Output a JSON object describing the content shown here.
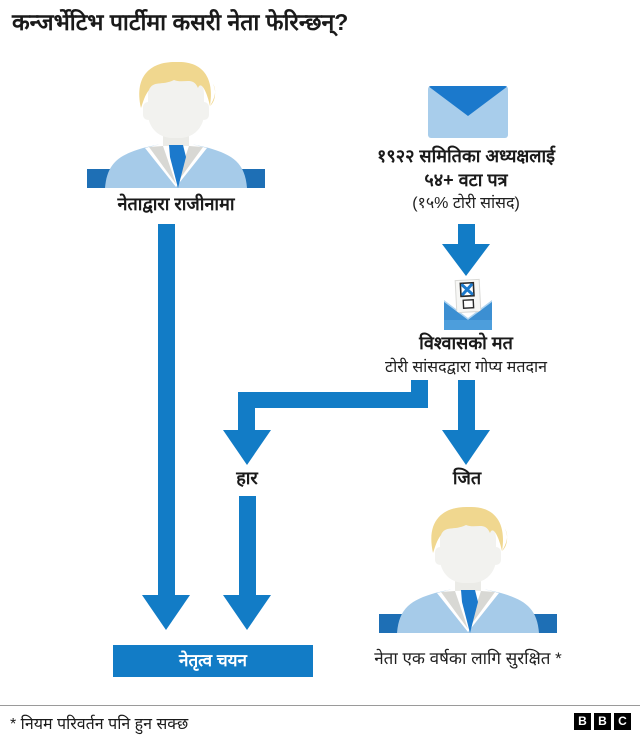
{
  "title": "कन्जर्भेटिभ पार्टीमा कसरी नेता फेरिन्छन्?",
  "left_flow": {
    "resignation_label": "नेताद्वारा राजीनामा",
    "outcome_box_label": "नेतृत्व चयन"
  },
  "right_flow": {
    "letters_line1": "१९२२ समितिका अध्यक्षलाई",
    "letters_line2": "५४+ वटा पत्र",
    "letters_line3": "(१५% टोरी सांसद)",
    "vote_title": "विश्वासको मत",
    "vote_subtitle": "टोरी सांसदद्वारा गोप्य मतदान",
    "lose_label": "हार",
    "win_label": "जित",
    "safe_label": "नेता एक वर्षका लागि सुरक्षित *"
  },
  "footer": {
    "note": "* नियम परिवर्तन पनि हुन सक्छ",
    "logo_letters": [
      "B",
      "B",
      "C"
    ]
  },
  "icons": {
    "top_left": "leader-avatar",
    "letters": "envelope",
    "vote": "ballot-box",
    "bottom_right": "leader-avatar"
  },
  "colors": {
    "arrow_blue": "#127CC6",
    "shoulder_bar_blue": "#1E6FB5",
    "suit_blue": "#A6CBE9",
    "tie_blue": "#1B79CC",
    "hair_blonde": "#F0D78F",
    "envelope_light": "#A8CDEB",
    "envelope_flap": "#1B79CC",
    "box_background": "#127CC6",
    "box_text": "#FFFFFF",
    "text": "#1A1A1A"
  }
}
